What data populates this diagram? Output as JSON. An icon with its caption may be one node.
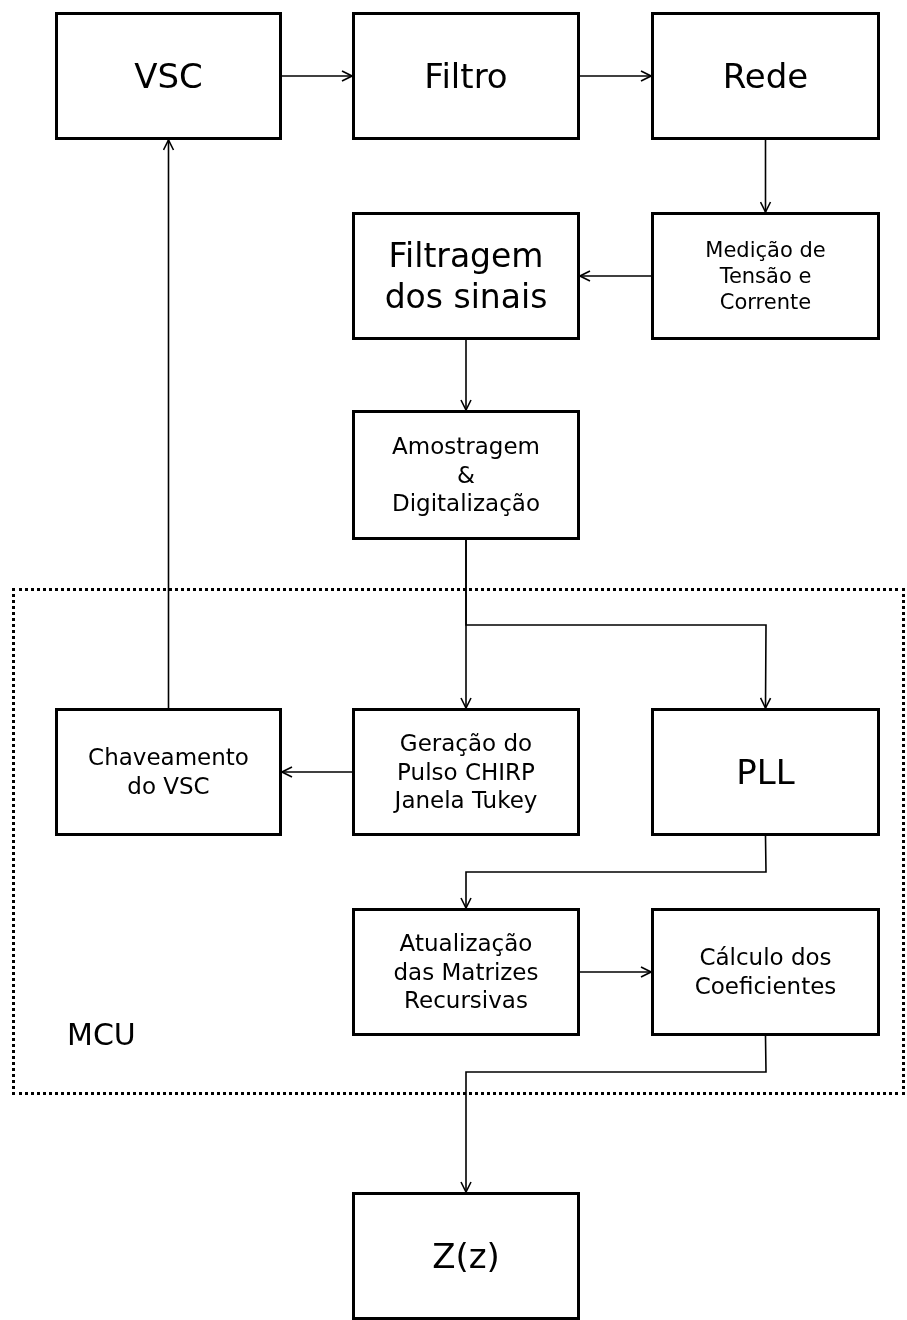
{
  "diagram": {
    "nodes": [
      {
        "text": [
          "VSC"
        ]
      },
      {
        "text": [
          "Filtro"
        ]
      },
      {
        "text": [
          "Rede"
        ]
      },
      {
        "text": [
          "Medição de Tensão e Corrente"
        ]
      },
      {
        "text": [
          "Filtragem dos sinais"
        ]
      },
      {
        "text": [
          "Amostragem & Digitalização"
        ]
      },
      {
        "text": [
          "MCU"
        ]
      },
      {
        "text": [
          "Chaveamento do VSC"
        ],
        "in": 6
      },
      {
        "text": [
          "Geração do Pulso CHIRP Janela Tukey"
        ],
        "in": 6
      },
      {
        "text": [
          "PLL"
        ],
        "in": 6
      },
      {
        "text": [
          "Atualização das Matrizes Recursivas"
        ],
        "in": 6
      },
      {
        "text": [
          "Cálculo dos Coeficientes"
        ],
        "in": 6
      },
      {
        "text": [
          "Z(z)"
        ]
      }
    ],
    "edges": [
      {
        "from": 0,
        "to": 1,
        "arrow": "to"
      },
      {
        "from": 1,
        "to": 2,
        "arrow": "to"
      },
      {
        "from": 2,
        "to": 3,
        "arrow": "to"
      },
      {
        "from": 3,
        "to": 4,
        "arrow": "to"
      },
      {
        "from": 4,
        "to": 5,
        "arrow": "to"
      },
      {
        "from": 5,
        "to": 8,
        "arrow": "to"
      },
      {
        "from": 5,
        "to": 9,
        "arrow": "to"
      },
      {
        "from": 8,
        "to": 7,
        "arrow": "to"
      },
      {
        "from": 7,
        "to": 0,
        "arrow": "to"
      },
      {
        "from": 9,
        "to": 10,
        "arrow": "to"
      },
      {
        "from": 10,
        "to": 11,
        "arrow": "to"
      },
      {
        "from": 11,
        "to": 12,
        "arrow": "to"
      }
    ]
  }
}
